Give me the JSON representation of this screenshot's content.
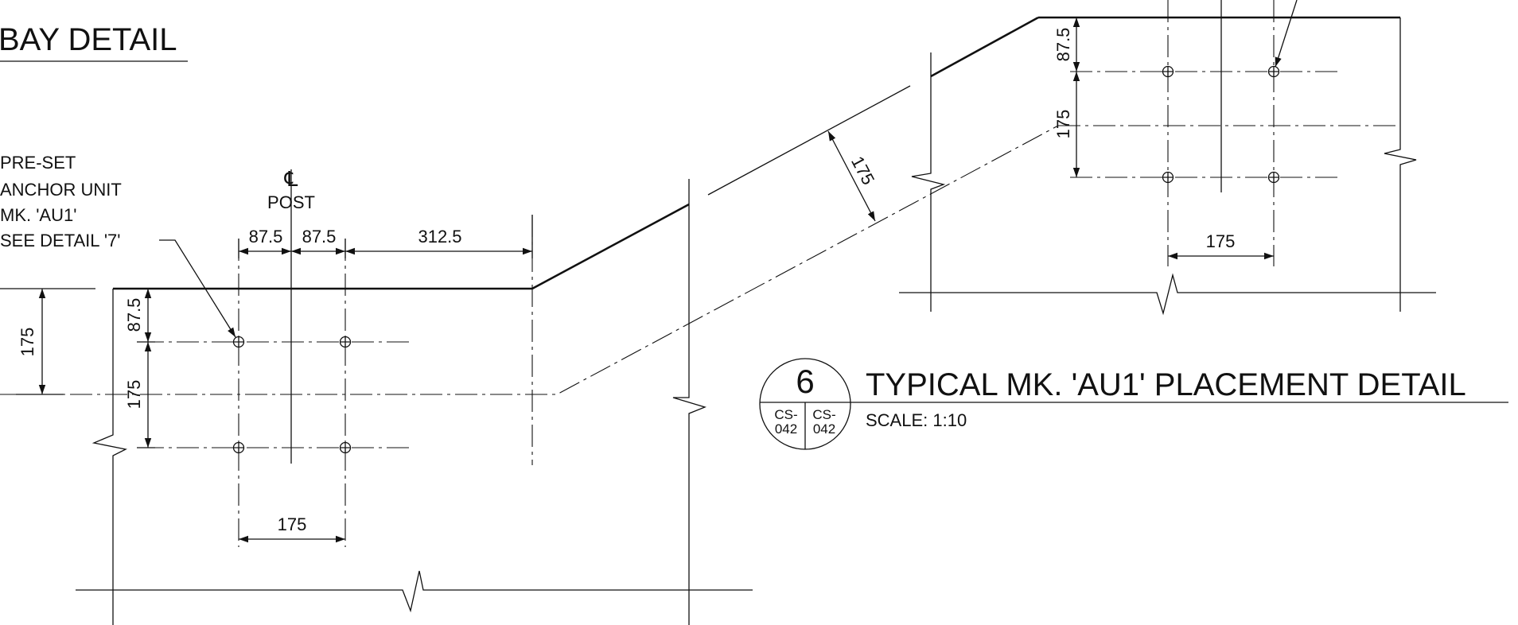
{
  "detail_heading": "BAY DETAIL",
  "left_view": {
    "callout_lines": [
      "PRE-SET",
      "ANCHOR UNIT",
      "MK. 'AU1'",
      "SEE DETAIL '7'"
    ],
    "centerline_symbol": "℄",
    "centerline_label": "POST",
    "dims": {
      "top_a": "87.5",
      "top_b": "87.5",
      "top_c": "312.5",
      "left_overall": "175",
      "left_upper": "87.5",
      "left_lower": "175",
      "bottom": "175"
    }
  },
  "slope_dim": "175",
  "right_view": {
    "dims": {
      "upper": "87.5",
      "lower": "175",
      "bottom": "175"
    }
  },
  "title_block": {
    "detail_number": "6",
    "sheet_ref_left": [
      "CS-",
      "042"
    ],
    "sheet_ref_right": [
      "CS-",
      "042"
    ],
    "title": "TYPICAL MK. 'AU1' PLACEMENT DETAIL",
    "scale": "SCALE: 1:10"
  },
  "colors": {
    "ink": "#111111",
    "paper": "#ffffff"
  }
}
